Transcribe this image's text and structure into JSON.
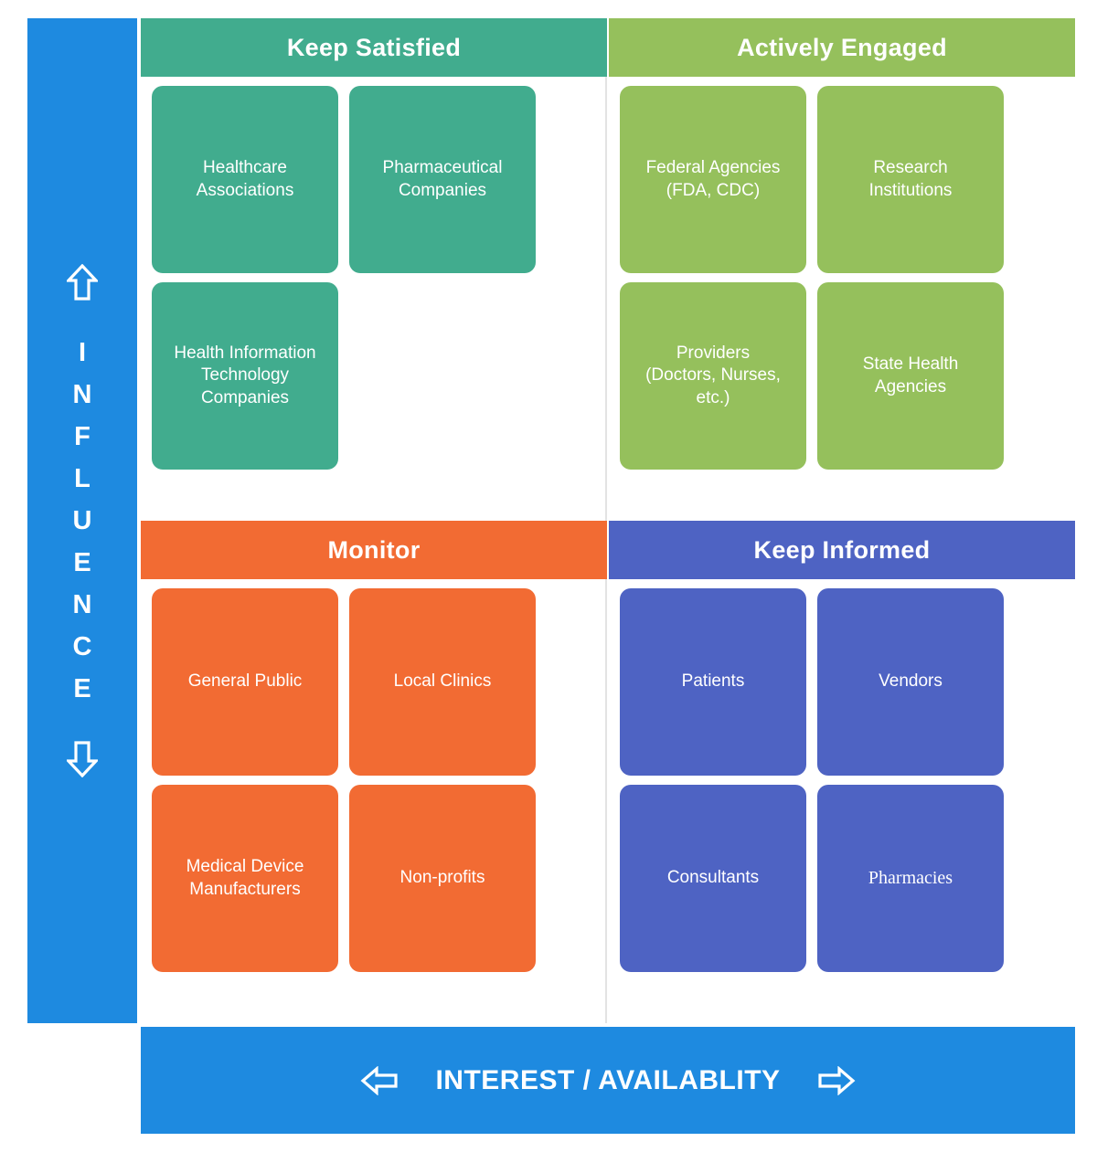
{
  "axes": {
    "vertical": {
      "label": "INFLUENCE",
      "letters": [
        "I",
        "N",
        "F",
        "L",
        "U",
        "E",
        "N",
        "C",
        "E"
      ],
      "up_arrow_icon": "arrow-up-outline-icon",
      "down_arrow_icon": "arrow-down-outline-icon",
      "color": "#1E8AE0"
    },
    "horizontal": {
      "label": "INTEREST / AVAILABLITY",
      "left_arrow_icon": "arrow-left-outline-icon",
      "right_arrow_icon": "arrow-right-outline-icon",
      "color": "#1E8AE0"
    }
  },
  "quadrants": [
    {
      "id": "keep-satisfied",
      "title": "Keep Satisfied",
      "header_color": "#41AC8E",
      "card_color": "#41AC8E",
      "position": "top-left",
      "cards": [
        {
          "label": "Healthcare\nAssociations"
        },
        {
          "label": "Pharmaceutical\nCompanies"
        },
        {
          "label": "Health Information\nTechnology\nCompanies"
        }
      ]
    },
    {
      "id": "actively-engaged",
      "title": "Actively Engaged",
      "header_color": "#95C05C",
      "card_color": "#95C05C",
      "position": "top-right",
      "cards": [
        {
          "label": "Federal Agencies\n(FDA, CDC)"
        },
        {
          "label": "Research\nInstitutions"
        },
        {
          "label": "Providers\n(Doctors, Nurses,\netc.)"
        },
        {
          "label": "State Health\nAgencies"
        }
      ]
    },
    {
      "id": "monitor",
      "title": "Monitor",
      "header_color": "#F26B33",
      "card_color": "#F26B33",
      "position": "bottom-left",
      "cards": [
        {
          "label": "General Public"
        },
        {
          "label": "Local Clinics"
        },
        {
          "label": "Medical Device\nManufacturers"
        },
        {
          "label": "Non-profits"
        }
      ]
    },
    {
      "id": "keep-informed",
      "title": "Keep Informed",
      "header_color": "#4E63C3",
      "card_color": "#4E63C3",
      "position": "bottom-right",
      "cards": [
        {
          "label": "Patients"
        },
        {
          "label": "Vendors"
        },
        {
          "label": "Consultants"
        },
        {
          "label": "Pharmacies",
          "font": "serif"
        }
      ]
    }
  ]
}
